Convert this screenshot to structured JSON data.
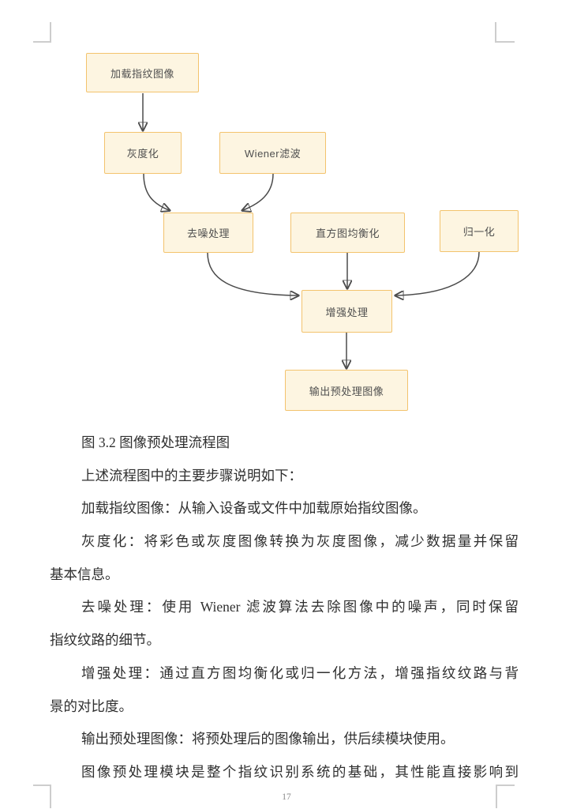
{
  "page": {
    "number": "17"
  },
  "figure": {
    "nodes": [
      {
        "id": "load",
        "label": "加载指纹图像"
      },
      {
        "id": "gray",
        "label": "灰度化"
      },
      {
        "id": "wiener",
        "label": "Wiener滤波"
      },
      {
        "id": "denoise",
        "label": "去噪处理"
      },
      {
        "id": "hist",
        "label": "直方图均衡化"
      },
      {
        "id": "norm",
        "label": "归一化"
      },
      {
        "id": "enhance",
        "label": "增强处理"
      },
      {
        "id": "output",
        "label": "输出预处理图像"
      }
    ],
    "edges": [
      "load→gray",
      "gray→denoise",
      "wiener→denoise",
      "denoise→enhance",
      "hist→enhance",
      "norm→enhance",
      "enhance→output"
    ]
  },
  "body": {
    "lines": [
      {
        "text": "图 3.2 图像预处理流程图"
      },
      {
        "text": "上述流程图中的主要步骤说明如下："
      },
      {
        "text": "加载指纹图像：从输入设备或文件中加载原始指纹图像。"
      },
      {
        "text": "灰度化：将彩色或灰度图像转换为灰度图像，减少数据量并保留"
      },
      {
        "text": "基本信息。"
      },
      {
        "text": "去噪处理：使用 Wiener 滤波算法去除图像中的噪声，同时保留"
      },
      {
        "text": "指纹纹路的细节。"
      },
      {
        "text": "增强处理：通过直方图均衡化或归一化方法，增强指纹纹路与背"
      },
      {
        "text": "景的对比度。"
      },
      {
        "text": "输出预处理图像：将预处理后的图像输出，供后续模块使用。"
      },
      {
        "text": "图像预处理模块是整个指纹识别系统的基础，其性能直接影响到"
      }
    ]
  },
  "colors": {
    "node_fill": "#FDF5E1",
    "node_border": "#F3C36D",
    "arrow": "#4a4a4a",
    "node_text": "#4f4f4f",
    "body_text": "#2f2f2f",
    "crop_mark": "#cdcdcd",
    "page_number": "#8a8a8a"
  }
}
